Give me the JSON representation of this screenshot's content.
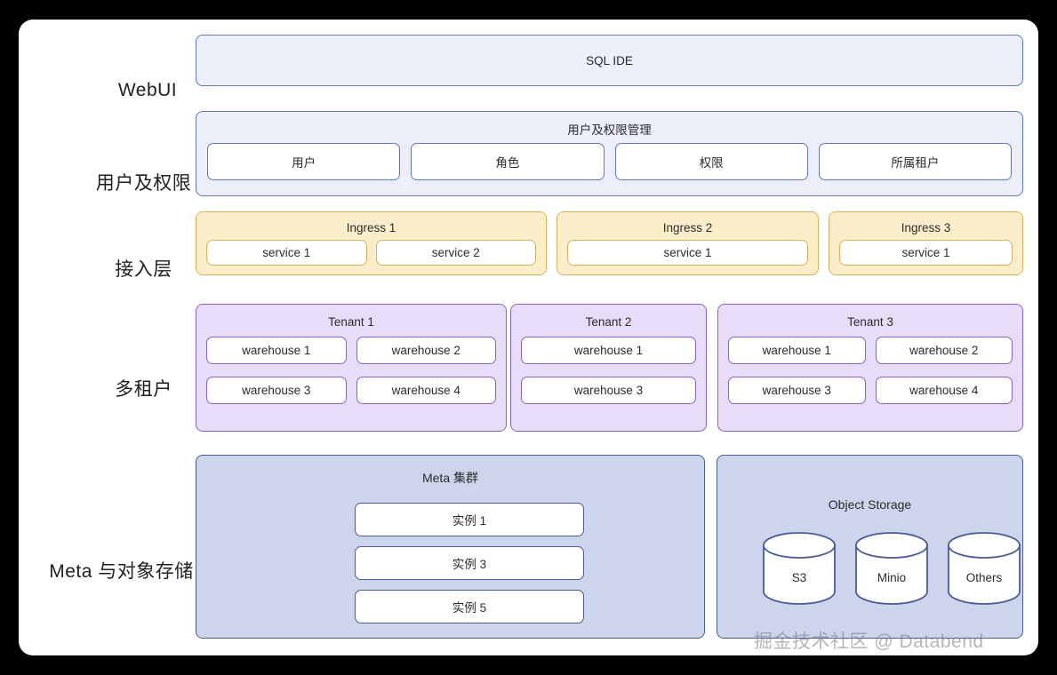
{
  "canvas": {
    "background": "#000000",
    "card_background": "#ffffff"
  },
  "watermark": "掘金技术社区 @ Databend",
  "rows": [
    {
      "key": "webui",
      "label": "WebUI"
    },
    {
      "key": "auth",
      "label": "用户及权限"
    },
    {
      "key": "ingress",
      "label": "接入层"
    },
    {
      "key": "tenant",
      "label": "多租户"
    },
    {
      "key": "storage",
      "label": "Meta 与对象存储"
    }
  ],
  "webui": {
    "box_label": "SQL IDE",
    "accent": "#5b79c4",
    "fill": "#eceffa"
  },
  "auth": {
    "group_title": "用户及权限管理",
    "accent": "#5b79c4",
    "fill": "#eceffa",
    "items": [
      {
        "label": "用户"
      },
      {
        "label": "角色"
      },
      {
        "label": "权限"
      },
      {
        "label": "所属租户"
      }
    ]
  },
  "ingress": {
    "accent": "#dcb05a",
    "fill": "#fdeecb",
    "groups": [
      {
        "title": "Ingress 1",
        "services": [
          "service 1",
          "service 2"
        ]
      },
      {
        "title": "Ingress 2",
        "services": [
          "service 1"
        ]
      },
      {
        "title": "Ingress 3",
        "services": [
          "service 1"
        ]
      }
    ]
  },
  "tenant": {
    "accent": "#8a61cf",
    "fill": "#e8ddf8",
    "groups": [
      {
        "title": "Tenant 1",
        "warehouses": [
          "warehouse 1",
          "warehouse 2",
          "warehouse 3",
          "warehouse 4"
        ]
      },
      {
        "title": "Tenant 2",
        "warehouses": [
          "warehouse 1",
          "warehouse 3"
        ]
      },
      {
        "title": "Tenant 3",
        "warehouses": [
          "warehouse 1",
          "warehouse 2",
          "warehouse 3",
          "warehouse 4"
        ]
      }
    ]
  },
  "storage": {
    "accent": "#4c5d96",
    "fill": "#ccd5ec",
    "meta": {
      "title": "Meta 集群",
      "instances": [
        "实例 1",
        "实例 3",
        "实例 5"
      ]
    },
    "object_storage": {
      "title": "Object Storage",
      "backends": [
        "S3",
        "Minio",
        "Others"
      ]
    }
  }
}
